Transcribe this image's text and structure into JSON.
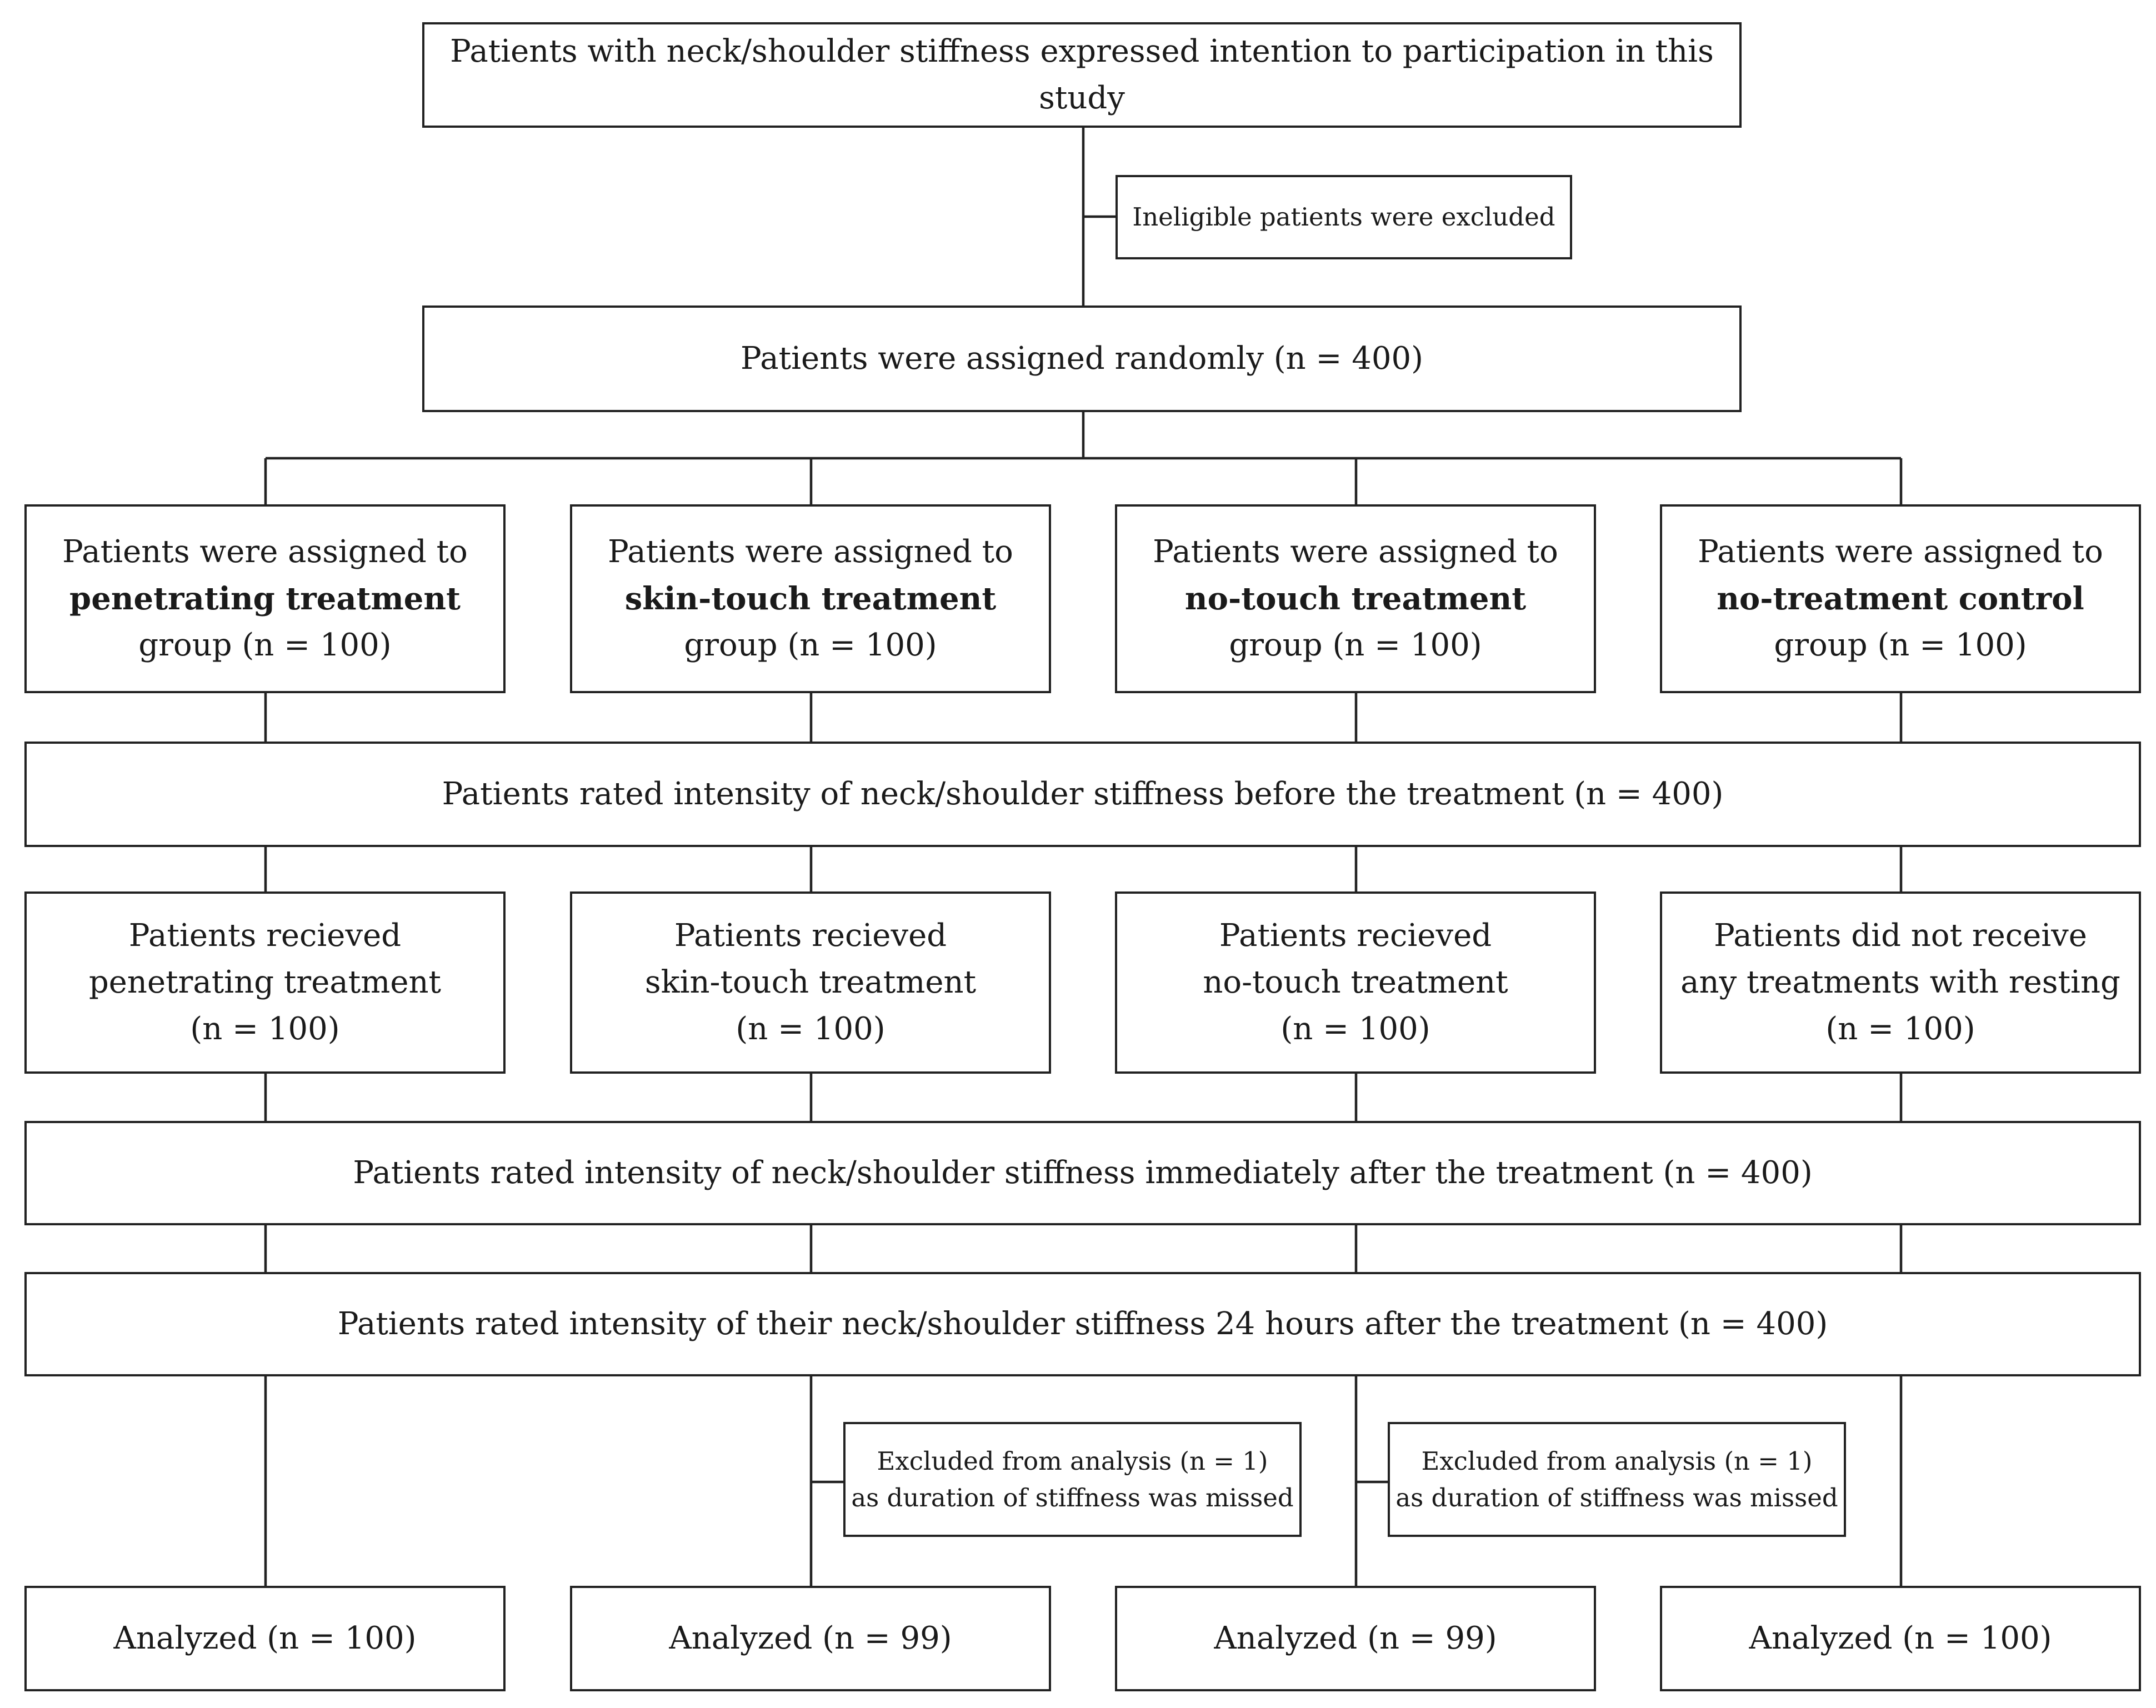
{
  "flowchart": {
    "intention": "Patients with neck/shoulder stiffness expressed intention to participation in this study",
    "ineligible": "Ineligible patients were excluded",
    "randomized": "Patients were assigned randomly (n = 400)",
    "groups": [
      {
        "line1": "Patients were assigned to",
        "line2": "penetrating treatment",
        "line3": "group (n = 100)"
      },
      {
        "line1": "Patients were assigned to",
        "line2": "skin-touch treatment",
        "line3": "group (n = 100)"
      },
      {
        "line1": "Patients were assigned to",
        "line2": "no-touch treatment",
        "line3": "group (n = 100)"
      },
      {
        "line1": "Patients were assigned to",
        "line2": "no-treatment control",
        "line3": "group (n = 100)"
      }
    ],
    "rated_before": "Patients rated intensity of neck/shoulder stiffness before the treatment (n = 400)",
    "received": [
      {
        "line1": "Patients recieved",
        "line2": "penetrating treatment",
        "line3": "(n = 100)"
      },
      {
        "line1": "Patients recieved",
        "line2": "skin-touch treatment",
        "line3": "(n = 100)"
      },
      {
        "line1": "Patients recieved",
        "line2": "no-touch treatment",
        "line3": "(n = 100)"
      },
      {
        "line1": "Patients did not receive",
        "line2": "any treatments with resting",
        "line3": "(n = 100)"
      }
    ],
    "rated_after": "Patients rated intensity of neck/shoulder stiffness immediately after the treatment (n = 400)",
    "rated_24h": "Patients rated intensity of their neck/shoulder stiffness 24 hours after the treatment (n = 400)",
    "excluded": [
      {
        "line1": "Excluded from analysis (n = 1)",
        "line2": "as duration of stiffness was missed"
      },
      {
        "line1": "Excluded from analysis (n = 1)",
        "line2": "as duration of stiffness was missed"
      }
    ],
    "analyzed": [
      "Analyzed (n = 100)",
      "Analyzed (n = 99)",
      "Analyzed (n = 99)",
      "Analyzed (n = 100)"
    ]
  }
}
